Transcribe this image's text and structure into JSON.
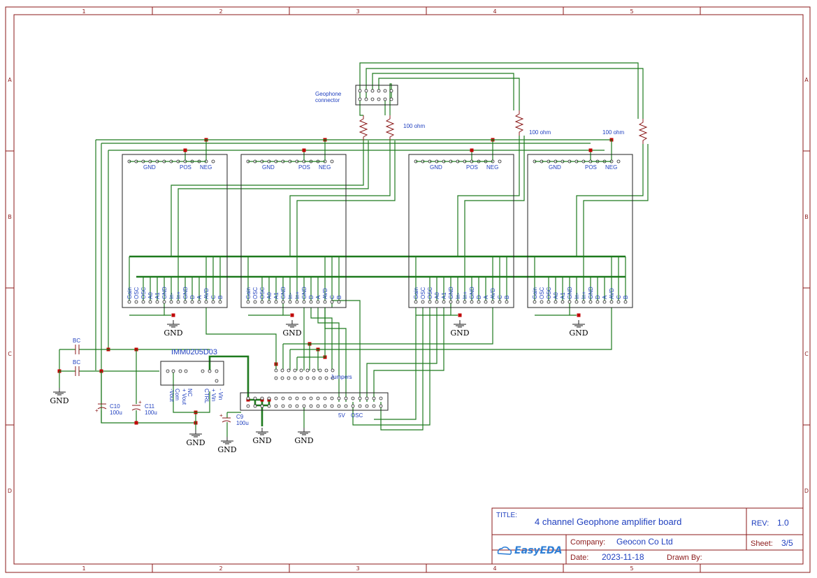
{
  "zones": {
    "columns": [
      "1",
      "2",
      "3",
      "4",
      "5"
    ],
    "rows": [
      "A",
      "B",
      "C",
      "D"
    ]
  },
  "amp_board": {
    "top_labels": [
      "GND",
      "POS",
      "NEG"
    ],
    "bottom_pins": [
      "Gain",
      "OSC",
      "OSC",
      "A0",
      "A1",
      "GND",
      "In-",
      "In+",
      "GND",
      "D",
      "A",
      "AVD",
      "C",
      "B"
    ]
  },
  "geophone": {
    "label_line1": "Geophone",
    "label_line2": "connector"
  },
  "resistor_label": "100 ohm",
  "bc_label": "BC",
  "gnd_label": "GND",
  "dcdc": {
    "name": "IMM0205D03",
    "pins": [
      "-Vout",
      "Com",
      "+ Vout",
      "NC",
      "CTRL",
      "+ Vin",
      "- Vin"
    ]
  },
  "caps": {
    "c10": {
      "ref": "C10",
      "value": "100u"
    },
    "c11": {
      "ref": "C11",
      "value": "100u"
    },
    "c9": {
      "ref": "C9",
      "value": "100u"
    }
  },
  "jumpers_label": "Jumpers",
  "header_labels": {
    "v5": "5V",
    "osc": "OSC"
  },
  "title_block": {
    "title_caption": "TITLE:",
    "title": "4 channel Geophone amplifier board",
    "rev_caption": "REV:",
    "rev": "1.0",
    "logo": "EasyEDA",
    "company_caption": "Company:",
    "company": "Geocon Co Ltd",
    "sheet_caption": "Sheet:",
    "sheet": "3/5",
    "date_caption": "Date:",
    "date": "2023-11-18",
    "drawn_caption": "Drawn By:",
    "drawn": ""
  },
  "colors": {
    "frame": "#8b1a1a",
    "wire": "#1e7a1e",
    "label": "#1f3fbf",
    "junction": "#c00000"
  }
}
